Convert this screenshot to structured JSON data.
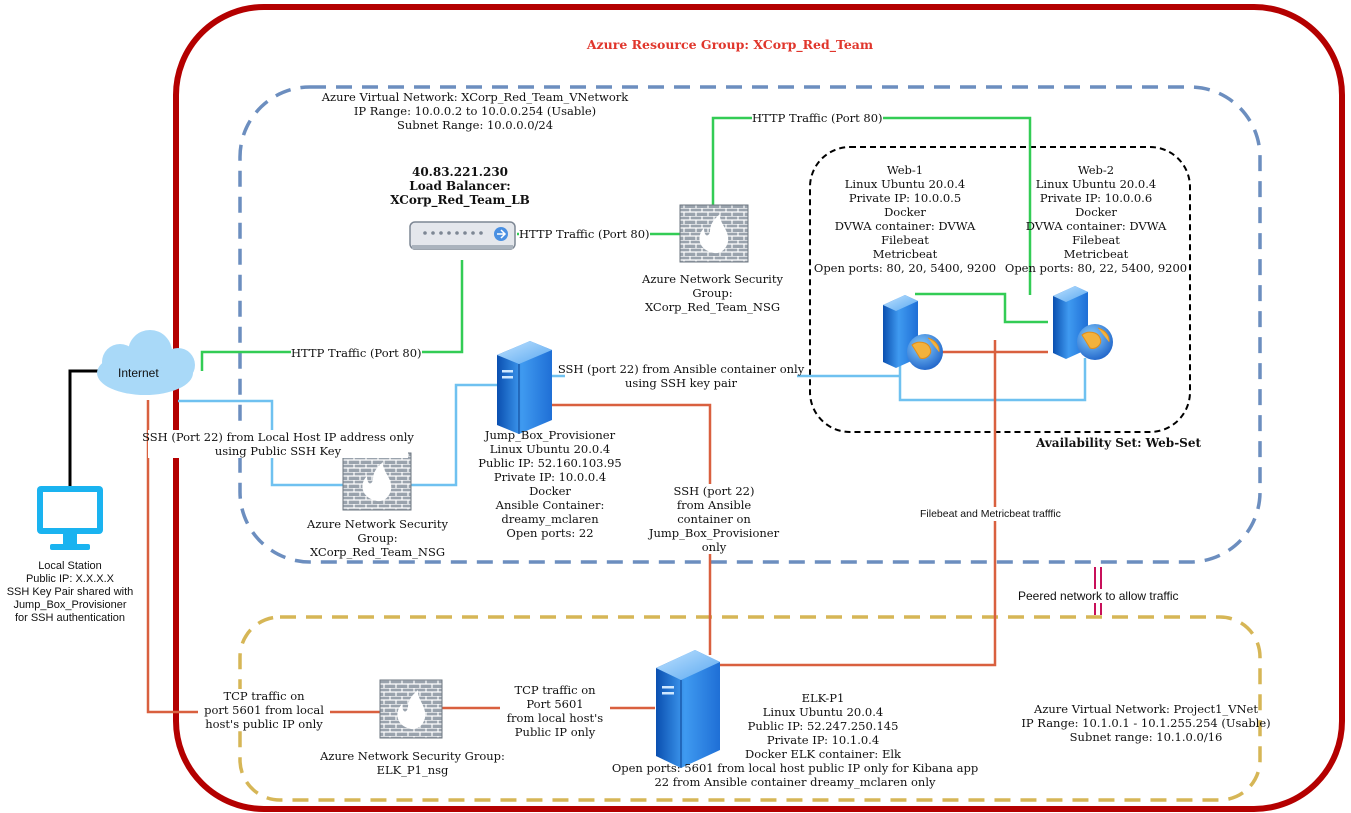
{
  "resource_group": "Azure Resource Group: XCorp_Red_Team",
  "red_vnet": {
    "name": "Azure Virtual Network: XCorp_Red_Team_VNetwork",
    "ip_range": "IP Range: 10.0.0.2 to 10.0.0.254 (Usable)",
    "subnet": "Subnet Range: 10.0.0.0/24"
  },
  "load_balancer": {
    "ip": "40.83.221.230",
    "line1": "Load Balancer:",
    "line2": "XCorp_Red_Team_LB"
  },
  "nsg_web": {
    "line1": "Azure Network Security",
    "line2": "Group:",
    "line3": "XCorp_Red_Team_NSG"
  },
  "nsg_jump": {
    "line1": "Azure Network Security",
    "line2": "Group:",
    "line3": "XCorp_Red_Team_NSG"
  },
  "nsg_elk": {
    "line1": "Azure Network Security Group:",
    "line2": "ELK_P1_nsg"
  },
  "web1": {
    "lines": [
      "Web-1",
      "Linux Ubuntu 20.0.4",
      "Private IP: 10.0.0.5",
      "Docker",
      "DVWA container: DVWA",
      "Filebeat",
      "Metricbeat",
      "Open ports: 80, 20, 5400, 9200"
    ]
  },
  "web2": {
    "lines": [
      "Web-2",
      "Linux Ubuntu 20.0.4",
      "Private IP: 10.0.0.6",
      "Docker",
      "DVWA container: DVWA",
      "Filebeat",
      "Metricbeat",
      "Open ports: 80, 22, 5400, 9200"
    ]
  },
  "availability_set": "Availability Set: Web-Set",
  "jump_box": {
    "lines": [
      "Jump_Box_Provisioner",
      "Linux Ubuntu 20.0.4",
      "Public IP: 52.160.103.95",
      "Private IP: 10.0.0.4",
      "Docker",
      "Ansible Container:",
      "dreamy_mclaren",
      "Open ports: 22"
    ]
  },
  "internet": "Internet",
  "local_station": {
    "lines": [
      "Local Station",
      "Public IP: X.X.X.X",
      "SSH Key Pair shared with",
      "Jump_Box_Provisioner",
      "for SSH authentication"
    ]
  },
  "labels": {
    "http_top": "HTTP Traffic (Port 80)",
    "http_lb": "HTTP Traffic (Port 80)",
    "http_internet": "HTTP Traffic (Port 80)",
    "ssh_local": [
      "SSH (Port 22) from Local Host IP address only",
      "using Public SSH Key"
    ],
    "ssh_ansible": [
      "SSH (port 22) from Ansible container only",
      "using SSH key pair"
    ],
    "ssh_jump": [
      "SSH (port 22)",
      "from Ansible",
      "container on",
      "Jump_Box_Provisioner",
      "only"
    ],
    "beats": "Filebeat and Metricbeat trafffic",
    "peered": "Peered network to allow traffic",
    "tcp_local": [
      "TCP traffic on",
      "port 5601 from local",
      "host's public IP only"
    ],
    "tcp_elk": [
      "TCP traffic on",
      "Port 5601",
      "from local host's",
      "Public IP only"
    ]
  },
  "elk": {
    "lines": [
      "ELK-P1",
      "Linux Ubuntu 20.0.4",
      "Public IP: 52.247.250.145",
      "Private IP: 10.1.0.4",
      "Docker ELK container: Elk",
      "Open ports: 5601 from local host public IP only for Kibana app",
      "22 from Ansible container dreamy_mclaren only"
    ]
  },
  "elk_vnet": {
    "name": "Azure Virtual Network: Project1_VNet",
    "ip_range": "IP Range: 10.1.0.1 - 10.1.255.254 (Usable)",
    "subnet": "Subnet range: 10.1.0.0/16"
  },
  "colors": {
    "resource_group_border": "#b40000",
    "red_vnet_border": "#6c8ebf",
    "elk_vnet_border": "#d6b656",
    "http": "#33cc55",
    "ssh": "#6fc1f0",
    "tcp": "#d9603f",
    "title": "#e0362c",
    "monitor": "#1ab3f0"
  }
}
